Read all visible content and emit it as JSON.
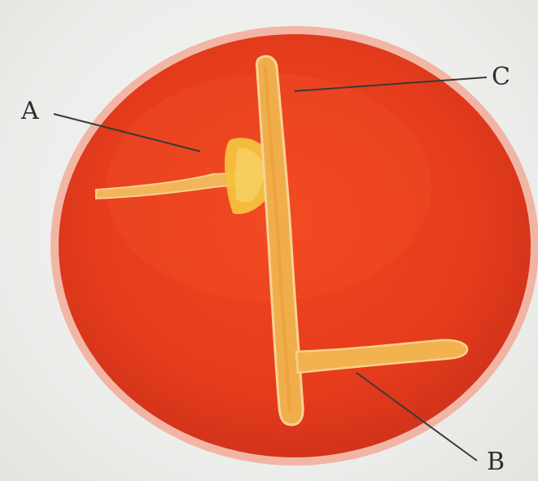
{
  "image": {
    "subject": "petri-dish",
    "colors": {
      "background": "#eeefeb",
      "agar": "#ea3f1d",
      "agar_edge": "#f7724a",
      "streak": "#f0b04a",
      "zone": "#f2c23a",
      "pointer": "#3a3a3a",
      "label": "#2d2d2d"
    }
  },
  "labels": {
    "a": "A",
    "b": "B",
    "c": "C"
  }
}
